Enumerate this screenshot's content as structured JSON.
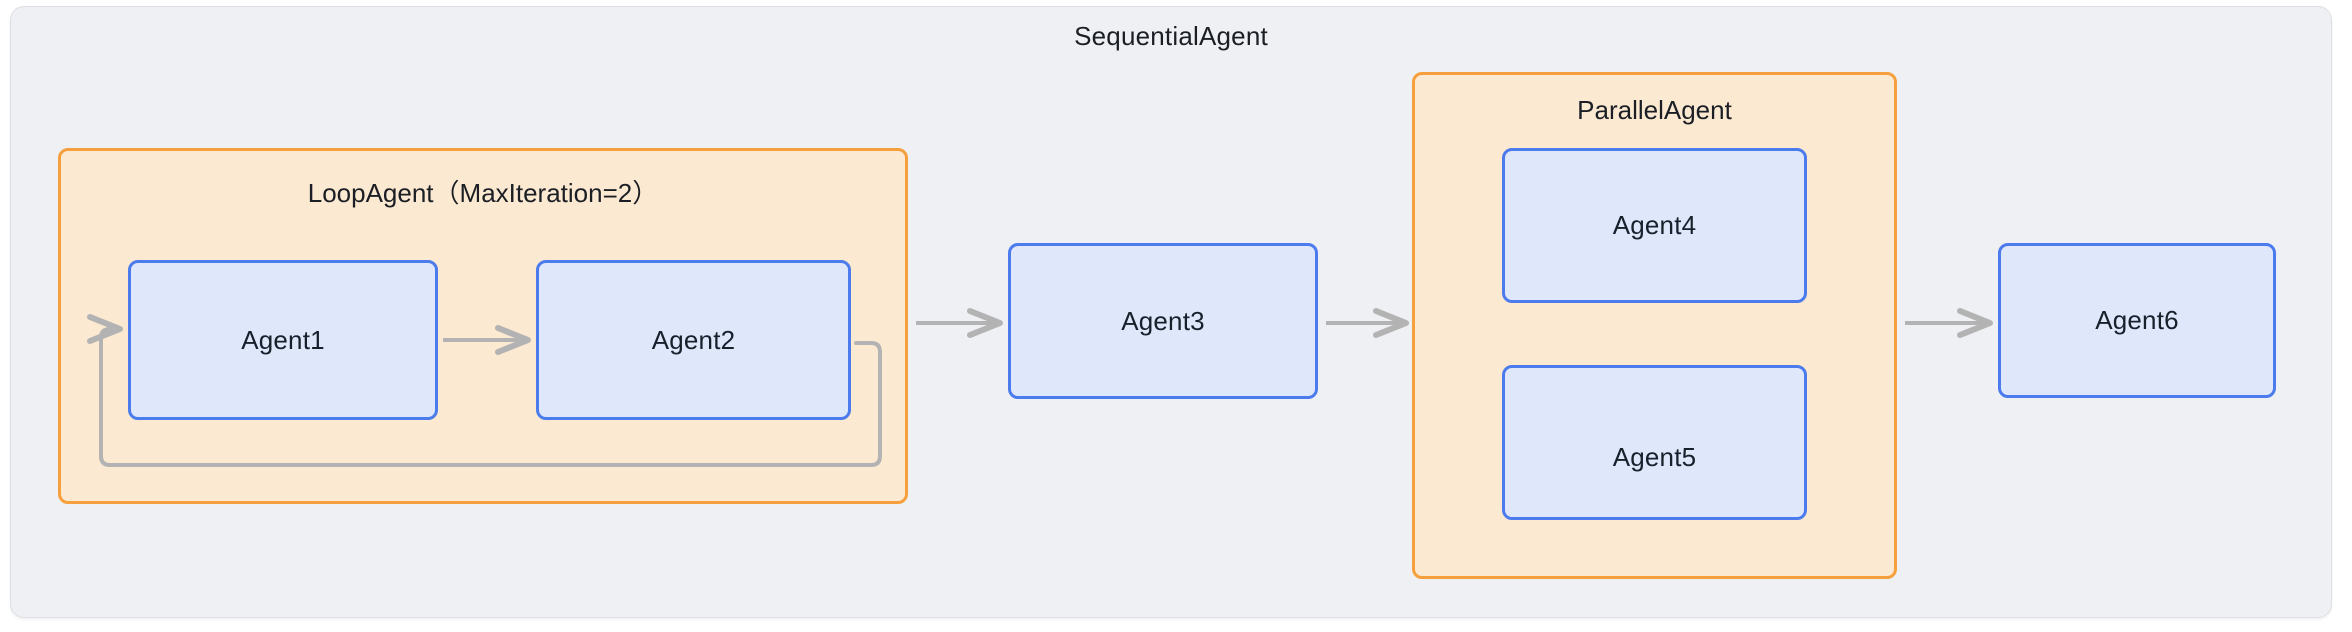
{
  "diagram": {
    "title": "SequentialAgent",
    "groups": [
      {
        "id": "loop",
        "label": "LoopAgent（MaxIteration=2）",
        "type": "loop"
      },
      {
        "id": "parallel",
        "label": "ParallelAgent",
        "type": "parallel"
      }
    ],
    "nodes": [
      {
        "id": "agent1",
        "label": "Agent1",
        "parent": "loop"
      },
      {
        "id": "agent2",
        "label": "Agent2",
        "parent": "loop"
      },
      {
        "id": "agent3",
        "label": "Agent3",
        "parent": "root"
      },
      {
        "id": "agent4",
        "label": "Agent4",
        "parent": "parallel"
      },
      {
        "id": "agent5",
        "label": "Agent5",
        "parent": "parallel"
      },
      {
        "id": "agent6",
        "label": "Agent6",
        "parent": "root"
      }
    ],
    "edges": [
      {
        "from": "agent1",
        "to": "agent2",
        "kind": "arrow"
      },
      {
        "from": "agent2",
        "to": "agent1",
        "kind": "loop-back"
      },
      {
        "from": "loop",
        "to": "agent3",
        "kind": "arrow"
      },
      {
        "from": "agent3",
        "to": "parallel",
        "kind": "arrow"
      },
      {
        "from": "parallel",
        "to": "agent6",
        "kind": "arrow"
      }
    ],
    "colors": {
      "outer_background": "#eef0f3",
      "outer_border": "#dcdfe4",
      "group_background": "#fce9d1",
      "group_border": "#f5a03c",
      "node_background": "#dfe7fb",
      "node_border": "#4b7bec",
      "connector": "#b3b3b3",
      "text": "#17202b"
    }
  }
}
